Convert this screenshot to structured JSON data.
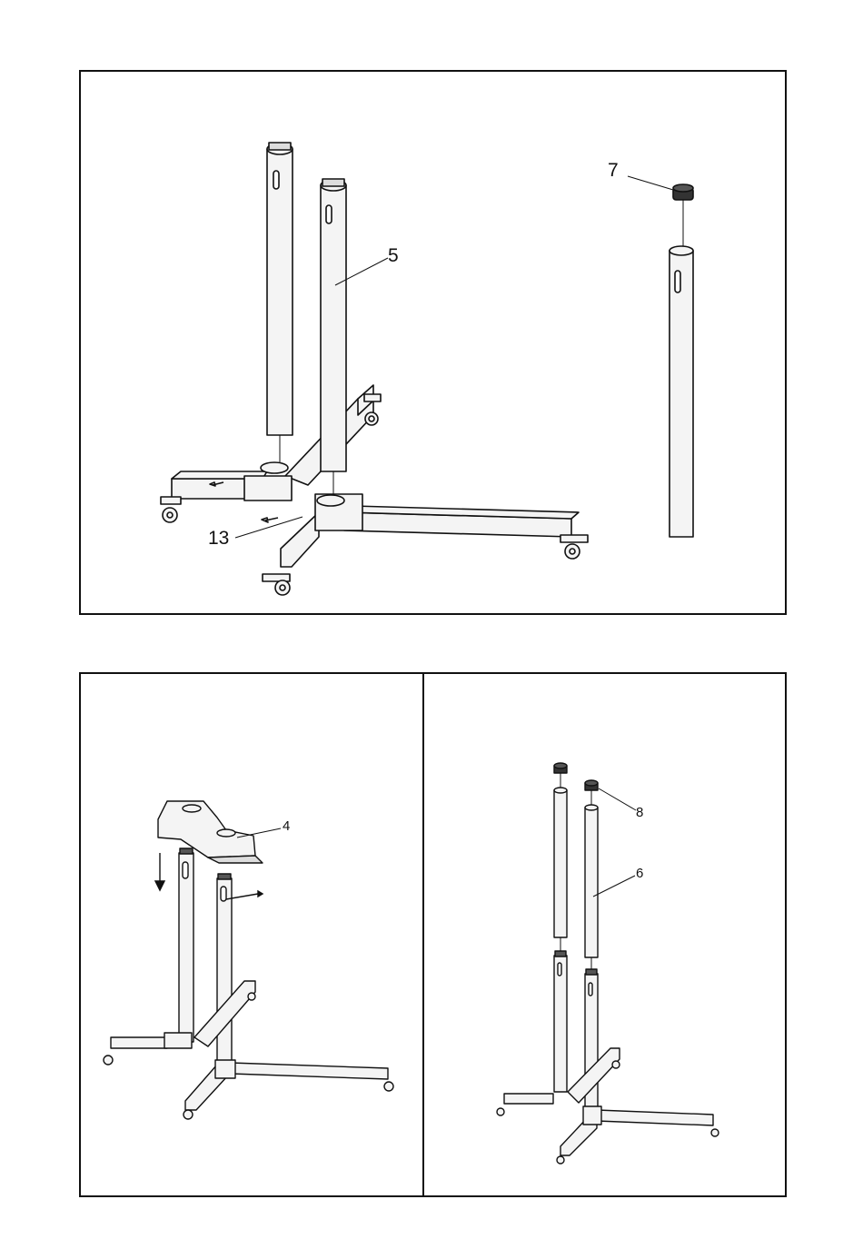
{
  "panels": {
    "top": {
      "callouts": {
        "part5": "5",
        "part7": "7",
        "part13": "13"
      }
    },
    "bottom_left": {
      "callouts": {
        "part4": "4"
      }
    },
    "bottom_right": {
      "callouts": {
        "part6": "6",
        "part8": "8"
      }
    }
  },
  "colors": {
    "line": "#111111",
    "background": "#ffffff",
    "part_fill": "#f4f4f4"
  }
}
